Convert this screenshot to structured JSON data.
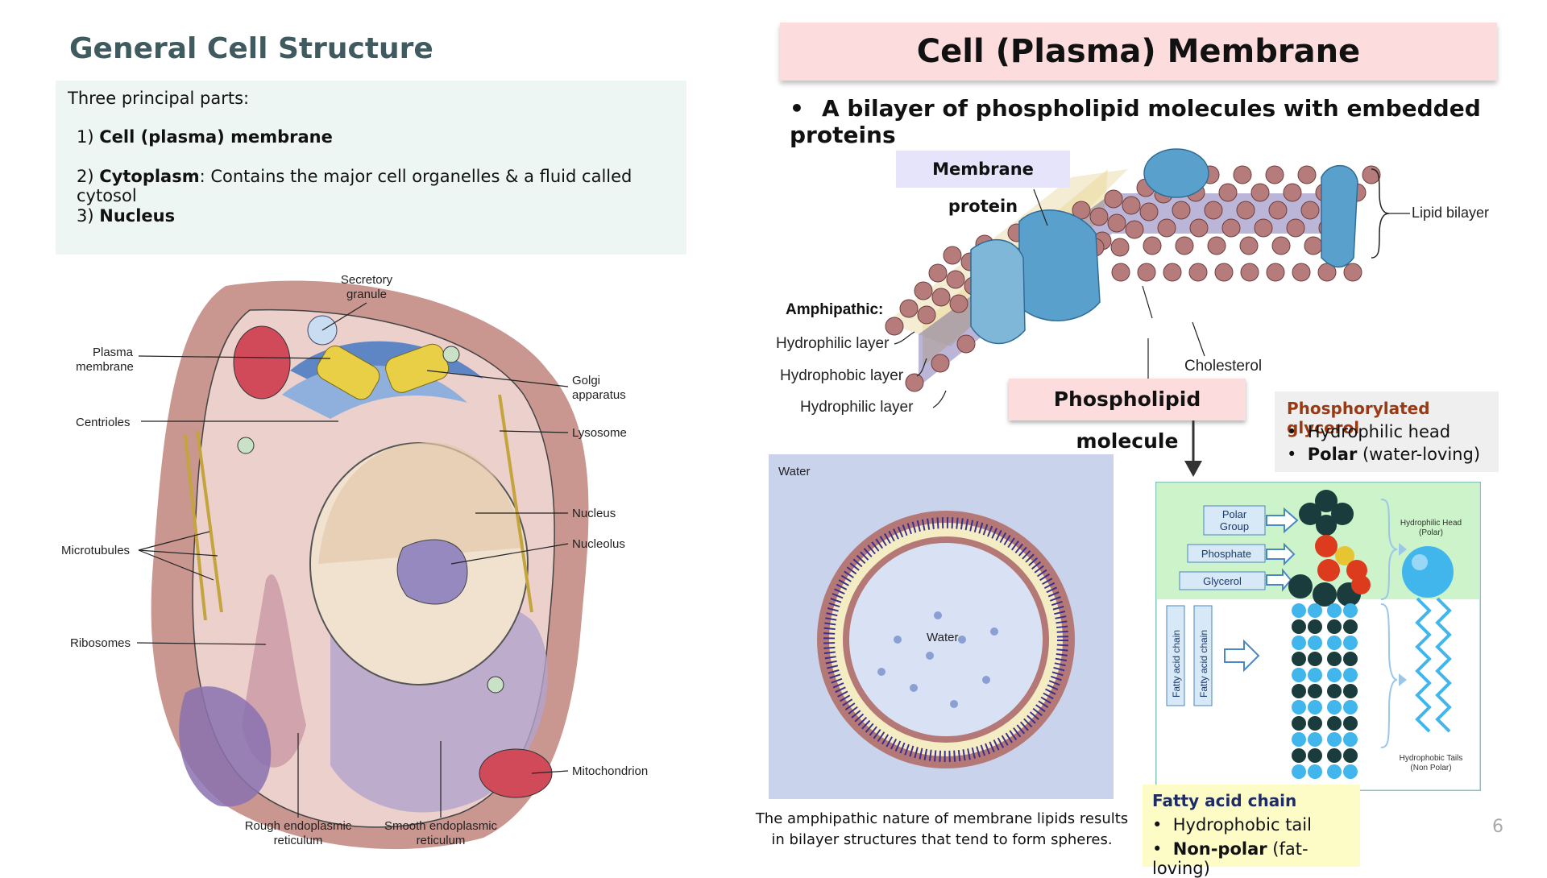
{
  "left": {
    "title": "General Cell Structure",
    "intro": "Three principal parts:",
    "items": [
      {
        "num": "1)",
        "bold": "Cell (plasma) membrane",
        "rest": ""
      },
      {
        "num": "2)",
        "bold": "Cytoplasm",
        "rest": ": Contains the major cell organelles & a fluid called cytosol"
      },
      {
        "num": "3)",
        "bold": "Nucleus",
        "rest": ""
      }
    ]
  },
  "cell_diagram_labels": {
    "secretory_granule": [
      "Secretory",
      "granule"
    ],
    "plasma_membrane": [
      "Plasma",
      "membrane"
    ],
    "centrioles": "Centrioles",
    "microtubules": "Microtubules",
    "ribosomes": "Ribosomes",
    "golgi": [
      "Golgi",
      "apparatus"
    ],
    "lysosome": "Lysosome",
    "nucleus": "Nucleus",
    "nucleolus": "Nucleolus",
    "mitochondrion": "Mitochondrion",
    "rough_er": [
      "Rough endoplasmic",
      "reticulum"
    ],
    "smooth_er": [
      "Smooth endoplasmic",
      "reticulum"
    ]
  },
  "right": {
    "title": "Cell (Plasma) Membrane",
    "bullet_marker": "•",
    "bullet": "A bilayer of phospholipid molecules with embedded proteins"
  },
  "membrane_diagram": {
    "membrane_protein": "Membrane protein",
    "lipid_bilayer": "Lipid bilayer",
    "amphipathic": "Amphipathic:",
    "hydrophilic_layer_top": "Hydrophilic layer",
    "hydrophobic_layer": "Hydrophobic layer",
    "hydrophilic_layer_bottom": "Hydrophilic layer",
    "cholesterol": "Cholesterol",
    "phospholipid_molecule": "Phospholipid molecule"
  },
  "phosphorylated_glycerol": {
    "heading": "Phosphorylated glycerol",
    "items": [
      {
        "bold": "",
        "text": "Hydrophilic head"
      },
      {
        "bold": "Polar",
        "text": " (water-loving)"
      }
    ]
  },
  "phospholipid_detail": {
    "polar_group": [
      "Polar",
      "Group"
    ],
    "phosphate": "Phosphate",
    "glycerol": "Glycerol",
    "fatty_acid_chain": "Fatty acid chain",
    "hydrophilic_head": [
      "Hydrophilic Head",
      "(Polar)"
    ],
    "hydrophobic_tails": [
      "Hydrophobic Tails",
      "(Non Polar)"
    ]
  },
  "sphere_diagram": {
    "water_outer": "Water",
    "water_inner": "Water",
    "caption_lines": [
      "The amphipathic nature of membrane lipids results",
      "in bilayer structures that tend to form spheres."
    ]
  },
  "fatty_acid": {
    "heading": "Fatty acid chain",
    "items": [
      {
        "bold": "",
        "text": "Hydrophobic tail"
      },
      {
        "bold": "Non-polar",
        "text": " (fat-loving)"
      }
    ]
  },
  "slide_number": "6",
  "colors": {
    "left_title": "#3f5b5f",
    "parts_box_bg": "#eef6f4",
    "title_box_bg": "#fcdcdc",
    "membrane_protein_bg": "#e6e4fa",
    "glycerol_heading": "#9b3a12",
    "fatty_heading": "#1e2c66",
    "fatty_box_bg": "#fdfbc6",
    "lipid_head": "#b67c7c",
    "protein_blue": "#5aa0cc"
  }
}
